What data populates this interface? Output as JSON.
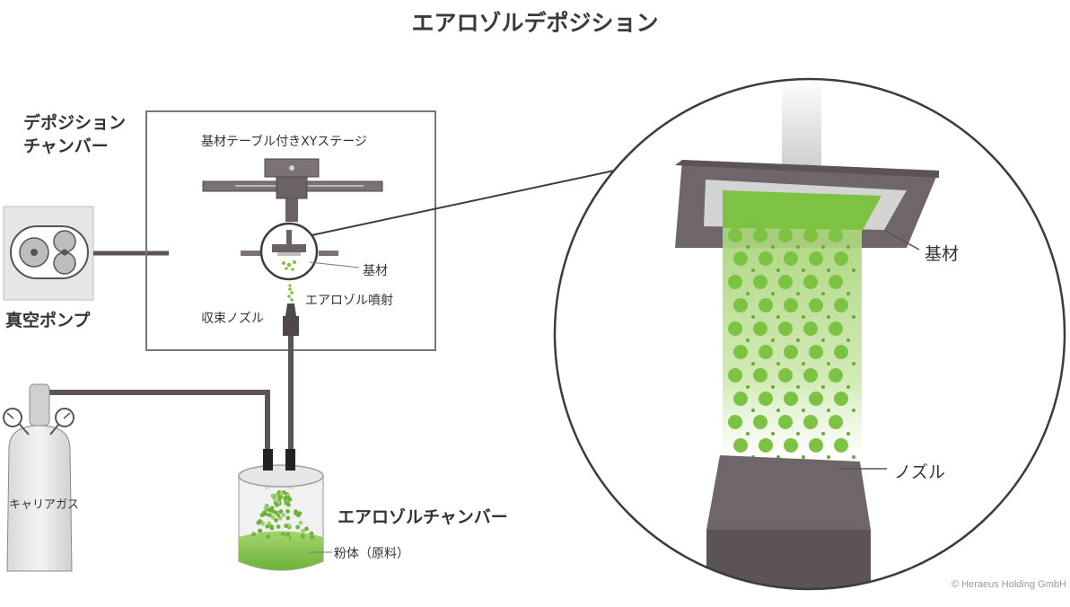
{
  "title": "エアロゾルデポジション",
  "labels": {
    "deposition_chamber_line1": "デポジション",
    "deposition_chamber_line2": "チャンバー",
    "xy_stage": "基材テーブル付きXYステージ",
    "substrate_small": "基材",
    "aerosol_jet": "エアロゾル噴射",
    "focusing_nozzle": "収束ノズル",
    "vacuum_pump": "真空ポンプ",
    "carrier_gas": "キャリアガス",
    "aerosol_chamber": "エアロゾルチャンバー",
    "powder": "粉体（原料）",
    "substrate_large": "基材",
    "nozzle_large": "ノズル"
  },
  "copyright": "© Heraeus Holding GmbH",
  "colors": {
    "green": "#7dc242",
    "green_light": "#b9dd8f",
    "dark_gray": "#5b5358",
    "line_gray": "#666666"
  }
}
